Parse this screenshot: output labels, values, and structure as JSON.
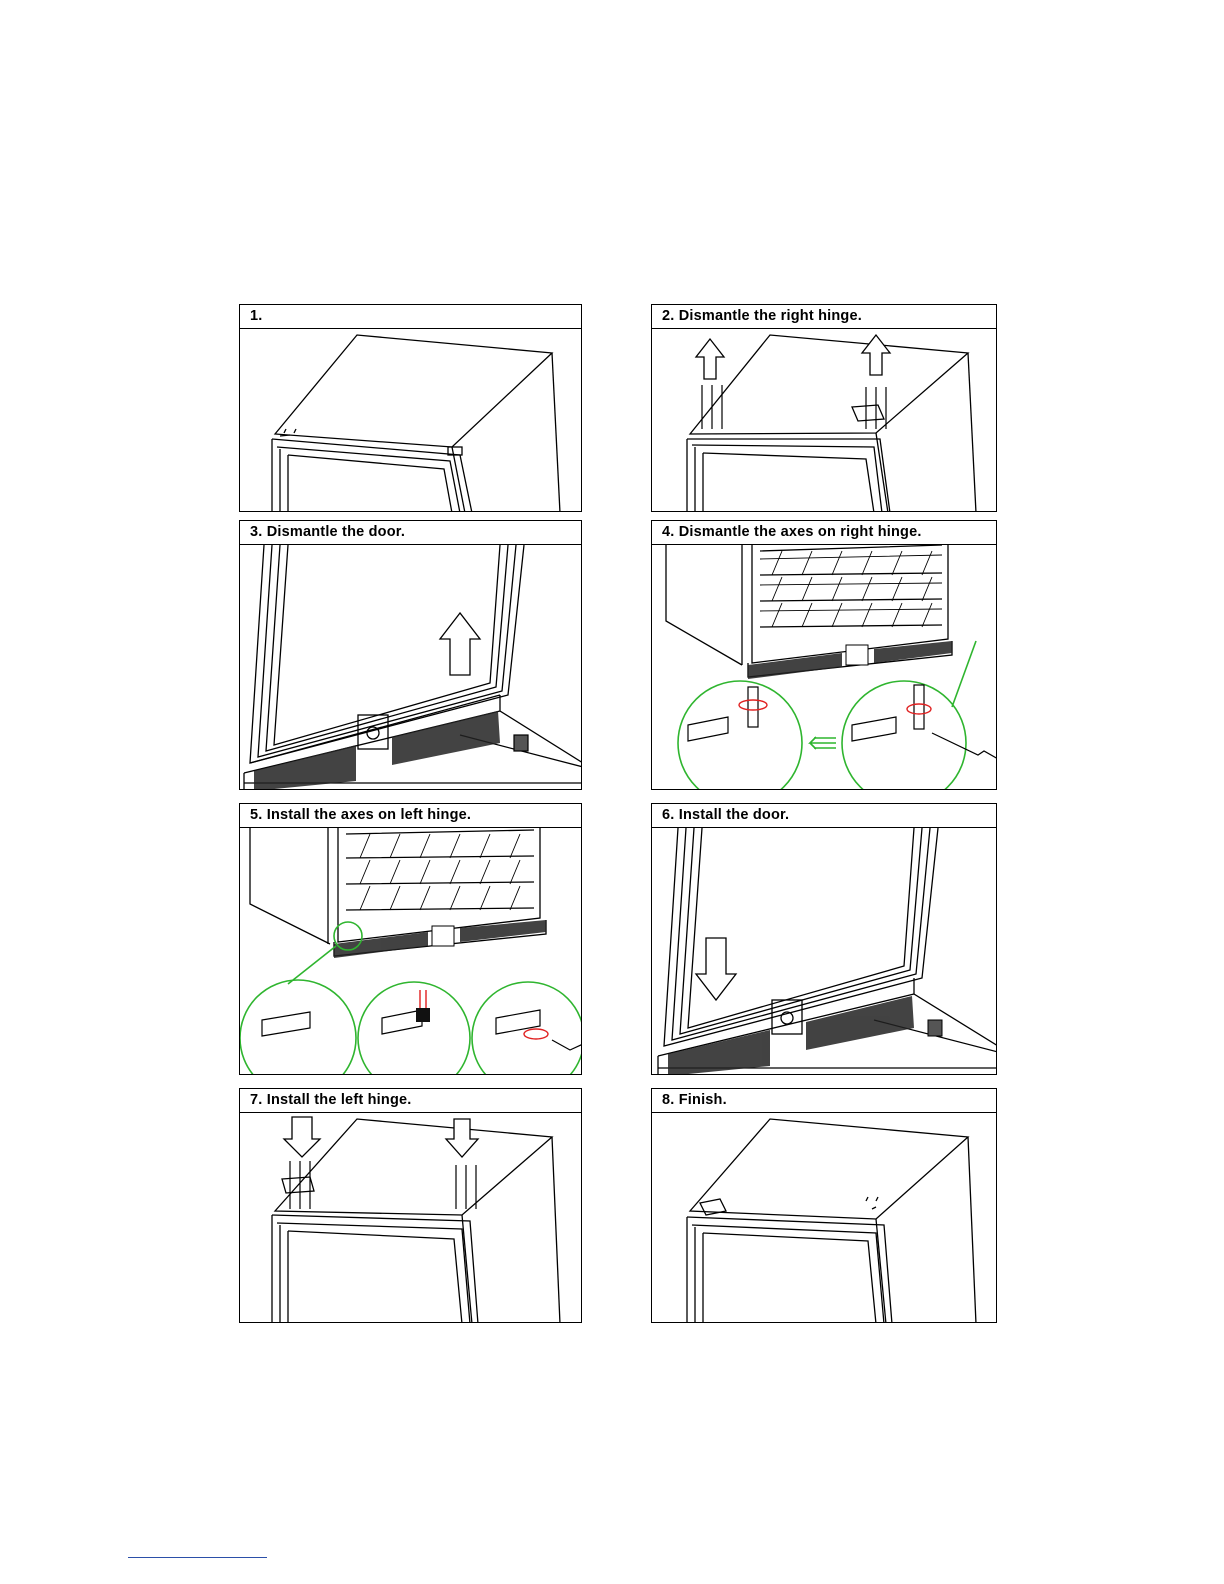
{
  "steps": [
    {
      "label": "1."
    },
    {
      "label": "2.  Dismantle  the  right  hinge."
    },
    {
      "label": "3.  Dismantle  the  door."
    },
    {
      "label": "4.  Dismantle  the axes on right  hinge."
    },
    {
      "label": "5.  Install the axes on left  hinge."
    },
    {
      "label": "6.  Install  the  door."
    },
    {
      "label": "7. Install the left  hinge."
    },
    {
      "label": "8.  Finish."
    }
  ],
  "colors": {
    "line": "#000000",
    "magnifier": "#2fb52f",
    "rotation_marker": "#e02020",
    "footer_rule": "#2b4fa8"
  }
}
